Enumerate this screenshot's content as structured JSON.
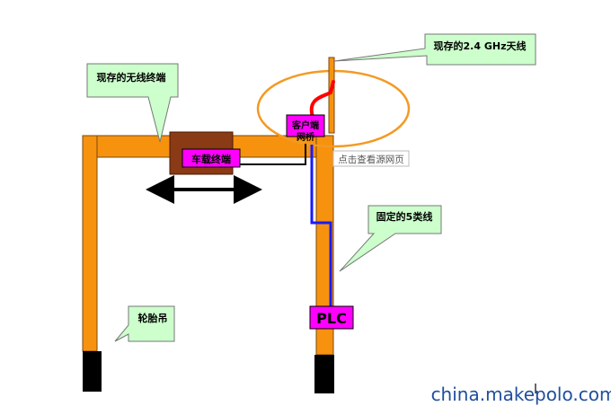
{
  "callouts": {
    "antenna": "现存的2.4 GHz天线",
    "wireless_terminal": "现存的无线终端",
    "cable": "固定的5类线",
    "crane": "轮胎吊"
  },
  "labels": {
    "client_bridge_line1": "客户端",
    "client_bridge_line2": "网桥",
    "vehicle_terminal": "车载终端",
    "plc": "PLC"
  },
  "overlay": {
    "view_source": "点击查看源网页"
  },
  "watermark": "china.makepolo.com",
  "colors": {
    "crane_orange": "#f7920e",
    "coverage_ellipse": "#f39a24",
    "terminal_brown": "#8a3a14",
    "label_magenta": "#ff00ff",
    "callout_green": "#ccffcc",
    "cable_blue": "#1a1aff",
    "antenna_red": "#ff0000",
    "watermark_blue": "#1f4e9c"
  }
}
